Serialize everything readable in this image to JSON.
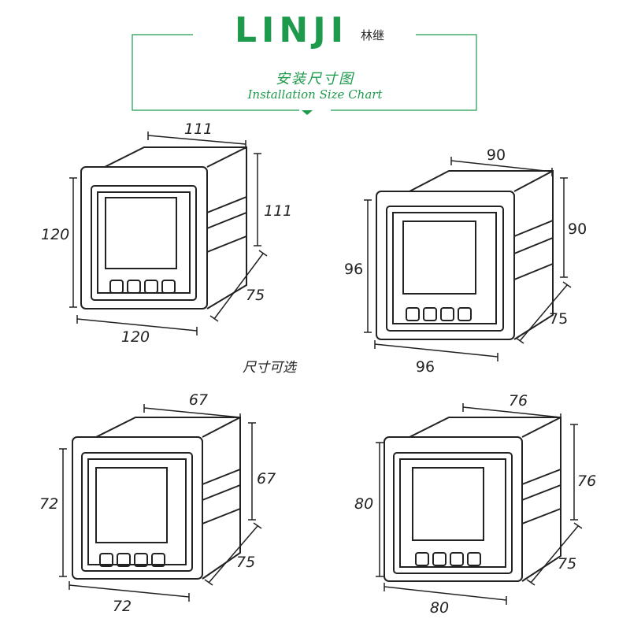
{
  "header": {
    "logo_text": "LINJI",
    "logo_cn": "林继",
    "title_cn": "安装尺寸图",
    "title_en": "Installation Size Chart",
    "accent_color": "#1d9a4c"
  },
  "center_label": "尺寸可选",
  "devices": [
    {
      "id": "d1",
      "top_width": "111",
      "side_height": "111",
      "front_height": "120",
      "front_width": "120",
      "depth": "75"
    },
    {
      "id": "d2",
      "top_width": "90",
      "side_height": "90",
      "front_height": "96",
      "front_width": "96",
      "depth": "75"
    },
    {
      "id": "d3",
      "top_width": "67",
      "side_height": "67",
      "front_height": "72",
      "front_width": "72",
      "depth": "75"
    },
    {
      "id": "d4",
      "top_width": "76",
      "side_height": "76",
      "front_height": "80",
      "front_width": "80",
      "depth": "75"
    }
  ]
}
